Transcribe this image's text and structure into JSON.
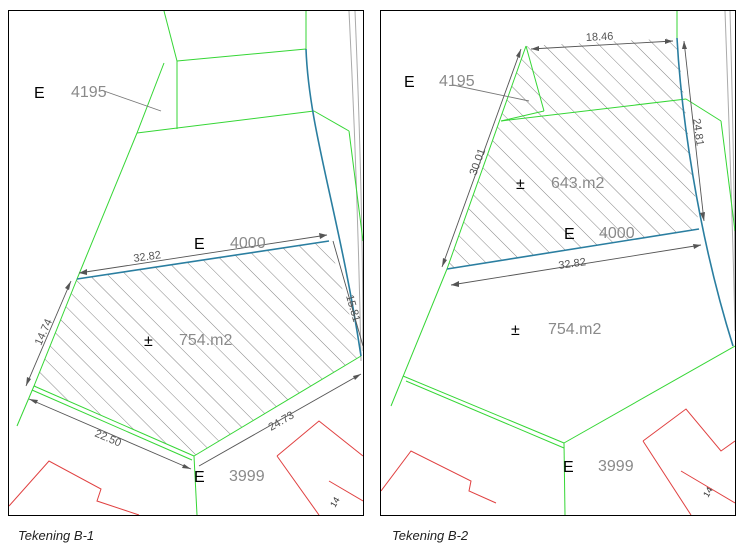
{
  "drawings": [
    {
      "caption": "Tekening B-1",
      "parcel_labels": [
        {
          "prefix": "E",
          "number": "4195"
        },
        {
          "prefix": "E",
          "number": "4000"
        },
        {
          "prefix": "E",
          "number": "3999"
        }
      ],
      "areas": [
        {
          "symbol": "±",
          "value": "754.m2"
        }
      ],
      "dimensions": [
        "32.82",
        "15.81",
        "14.74",
        "22.50",
        "24.73"
      ],
      "building_number": "14"
    },
    {
      "caption": "Tekening B-2",
      "parcel_labels": [
        {
          "prefix": "E",
          "number": "4195"
        },
        {
          "prefix": "E",
          "number": "4000"
        },
        {
          "prefix": "E",
          "number": "3999"
        }
      ],
      "areas": [
        {
          "symbol": "±",
          "value": "643.m2"
        },
        {
          "symbol": "±",
          "value": "754.m2"
        }
      ],
      "dimensions": [
        "18.46",
        "30.01",
        "24.81",
        "32.82"
      ],
      "building_number": "14"
    }
  ],
  "colors": {
    "parcel_boundary": "#35d635",
    "road_edge": "#2a7ea0",
    "building": "#e04040",
    "hatch": "#777777"
  }
}
